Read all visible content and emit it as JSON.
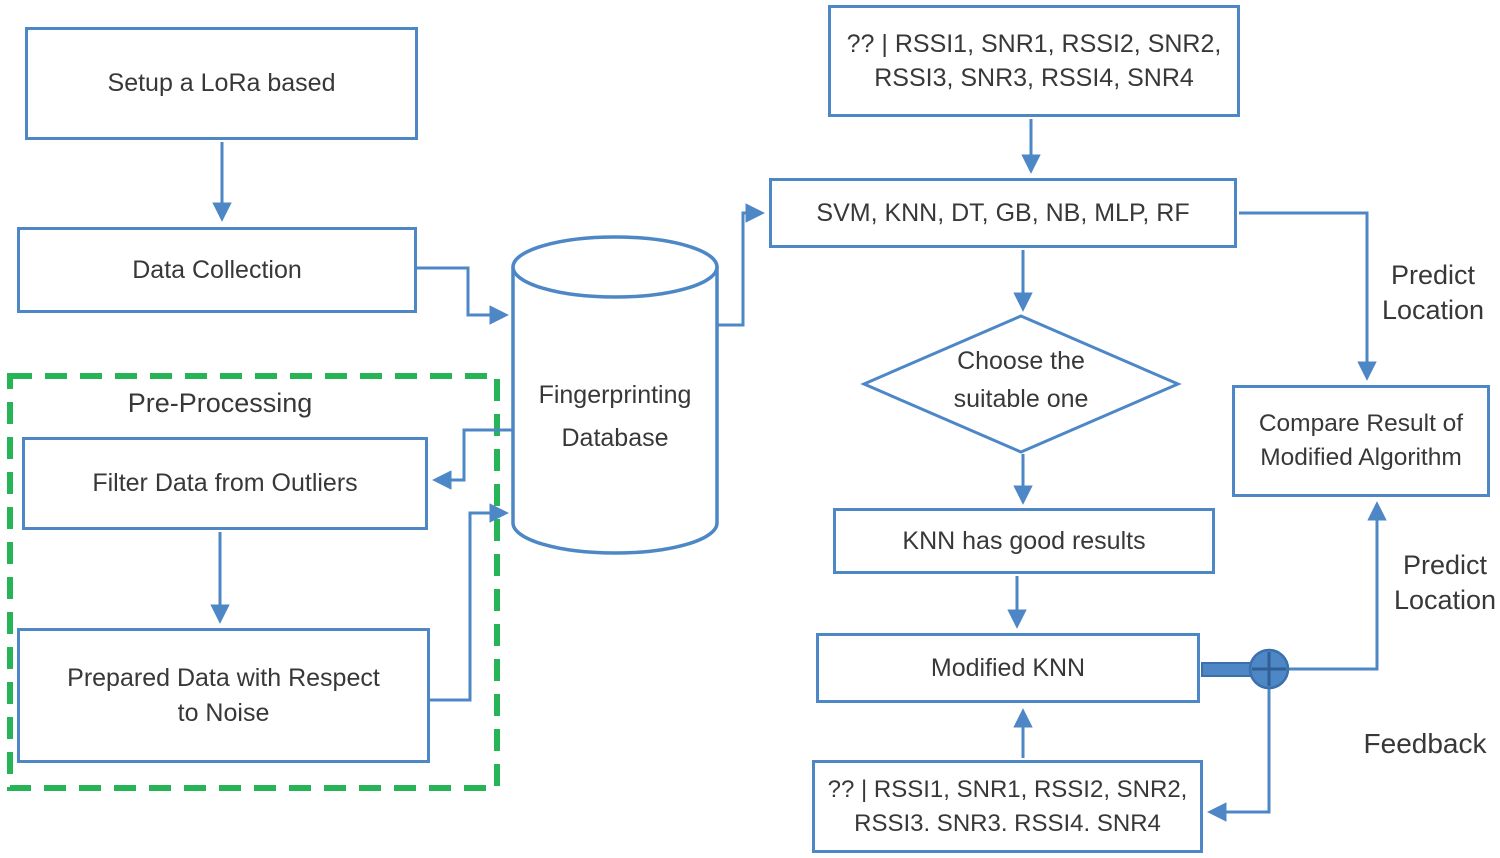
{
  "colors": {
    "line_blue": "#4d87c6",
    "box_border_blue": "#4d87c6",
    "green_dashed": "#27b457",
    "text": "#383838",
    "junction_fill": "#4d87c6"
  },
  "nodes": {
    "setup": {
      "label": "Setup a LoRa based"
    },
    "data_collection": {
      "label": "Data Collection"
    },
    "pre_processing_group": {
      "label": "Pre-Processing"
    },
    "filter_outliers": {
      "label": "Filter Data from Outliers"
    },
    "prepared_data": {
      "lines": [
        "Prepared Data with Respect",
        "to Noise"
      ]
    },
    "fingerprinting_db": {
      "lines": [
        "Fingerprinting",
        "Database"
      ]
    },
    "query_top": {
      "lines": [
        "?? | RSSI1, SNR1, RSSI2, SNR2,",
        "RSSI3, SNR3, RSSI4, SNR4"
      ]
    },
    "algorithms": {
      "label": "SVM, KNN, DT, GB, NB, MLP, RF"
    },
    "choose_suitable": {
      "lines": [
        "Choose the",
        "suitable one"
      ]
    },
    "knn_results": {
      "label": "KNN has good results"
    },
    "modified_knn": {
      "label": "Modified KNN"
    },
    "query_bottom": {
      "lines": [
        "?? | RSSI1, SNR1, RSSI2, SNR2,",
        "RSSI3. SNR3. RSSI4. SNR4"
      ]
    },
    "compare_result": {
      "lines": [
        "Compare Result of",
        "Modified Algorithm"
      ]
    }
  },
  "edge_labels": {
    "predict_location_top": {
      "lines": [
        "Predict",
        "Location"
      ]
    },
    "predict_location_bottom": {
      "lines": [
        "Predict",
        "Location"
      ]
    },
    "feedback": {
      "label": "Feedback"
    }
  }
}
